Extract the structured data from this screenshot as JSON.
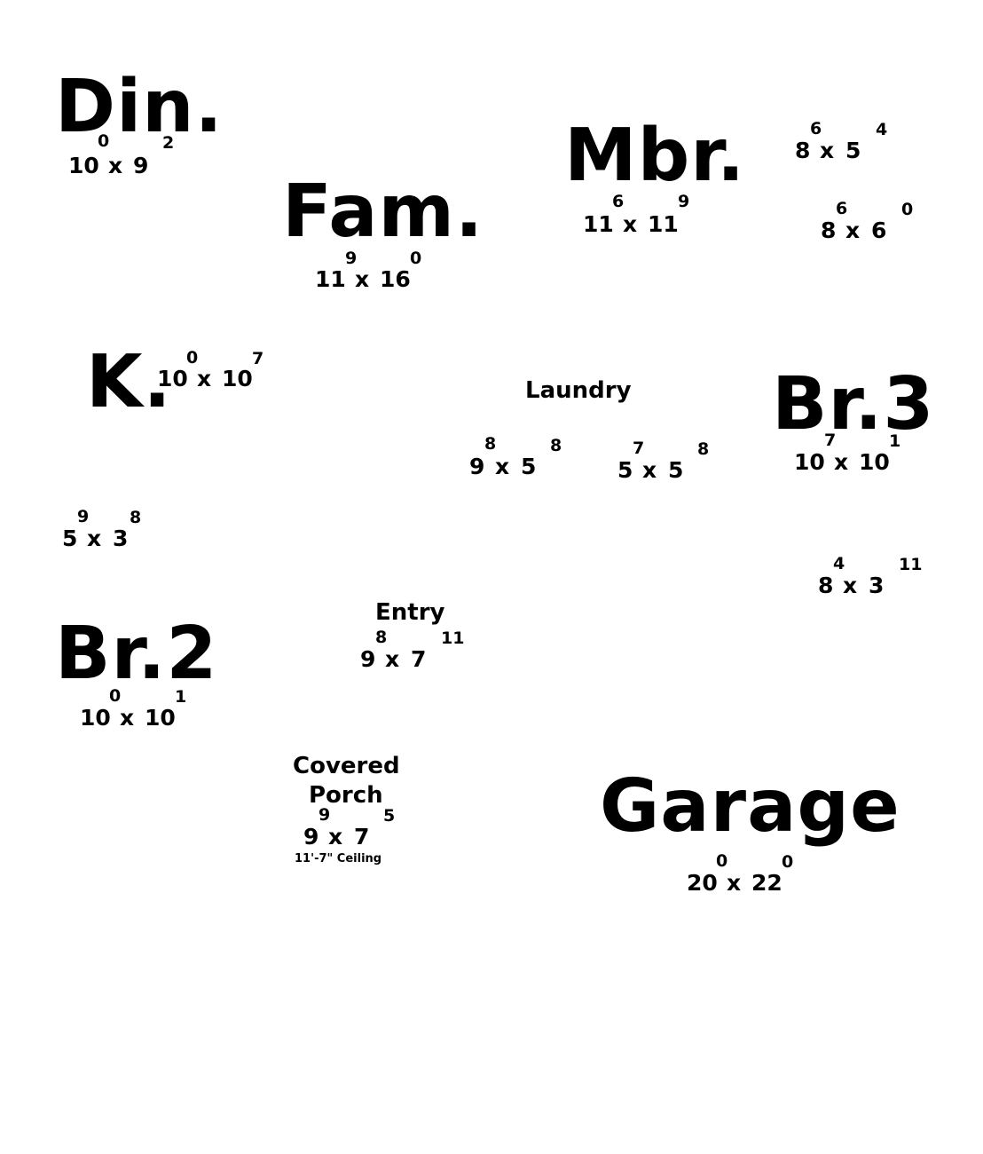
{
  "rooms": {
    "din": {
      "name": "Din.",
      "width_ft": "10",
      "width_in": "0",
      "length_ft": "9",
      "length_in": "2"
    },
    "fam": {
      "name": "Fam.",
      "width_ft": "11",
      "width_in": "9",
      "length_ft": "16",
      "length_in": "0"
    },
    "mbr": {
      "name": "Mbr.",
      "width_ft": "11",
      "width_in": "6",
      "length_ft": "11",
      "length_in": "9"
    },
    "closet_a": {
      "width_ft": "8",
      "width_in": "6",
      "length_ft": "5",
      "length_in": "4"
    },
    "closet_b": {
      "width_ft": "8",
      "width_in": "6",
      "length_ft": "6",
      "length_in": "0"
    },
    "kitchen": {
      "name": "K.",
      "width_ft": "10",
      "width_in": "0",
      "length_ft": "10",
      "length_in": "7"
    },
    "laundry": {
      "name": "Laundry"
    },
    "bath_a": {
      "width_ft": "9",
      "width_in": "8",
      "length_ft": "5",
      "length_in": "8"
    },
    "bath_b": {
      "width_ft": "5",
      "width_in": "7",
      "length_ft": "5",
      "length_in": "8"
    },
    "br3": {
      "name": "Br.3",
      "width_ft": "10",
      "width_in": "7",
      "length_ft": "10",
      "length_in": "1"
    },
    "pantry": {
      "width_ft": "5",
      "width_in": "9",
      "length_ft": "3",
      "length_in": "8"
    },
    "hall_closet": {
      "width_ft": "8",
      "width_in": "4",
      "length_ft": "3",
      "length_in": "11"
    },
    "entry": {
      "name": "Entry",
      "width_ft": "9",
      "width_in": "8",
      "length_ft": "7",
      "length_in": "11"
    },
    "br2": {
      "name": "Br.2",
      "width_ft": "10",
      "width_in": "0",
      "length_ft": "10",
      "length_in": "1"
    },
    "porch": {
      "name_line1": "Covered",
      "name_line2": "Porch",
      "width_ft": "9",
      "width_in": "9",
      "length_ft": "7",
      "length_in": "5",
      "note": "11'-7\" Ceiling"
    },
    "garage": {
      "name": "Garage",
      "width_ft": "20",
      "width_in": "0",
      "length_ft": "22",
      "length_in": "0"
    }
  },
  "times_symbol": "x"
}
